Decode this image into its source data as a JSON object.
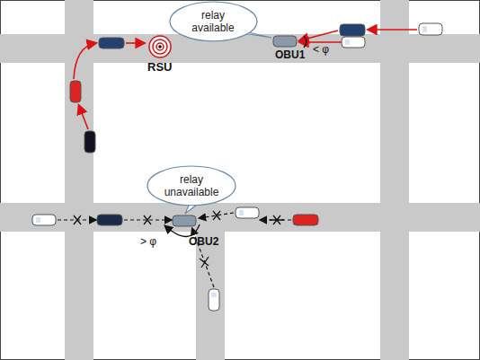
{
  "diagram": {
    "nodes": [
      {
        "text": [
          "relay available"
        ]
      },
      {
        "text": [
          "relay unavailable"
        ]
      }
    ],
    "labels": [
      "RSU",
      "OBU1",
      "< φ",
      "OBU2",
      "> φ"
    ]
  }
}
